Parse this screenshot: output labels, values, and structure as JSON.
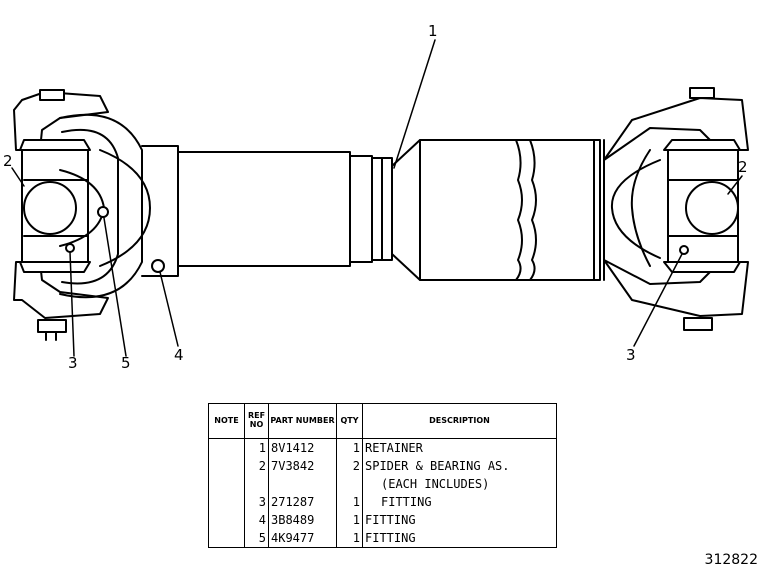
{
  "callouts": {
    "c1": "1",
    "c2_left": "2",
    "c2_right": "2",
    "c3_left": "3",
    "c3_right": "3",
    "c4": "4",
    "c5": "5"
  },
  "table": {
    "headers": {
      "note": "NOTE",
      "ref_no": "REF NO",
      "part_number": "PART NUMBER",
      "qty": "QTY",
      "description": "DESCRIPTION"
    },
    "rows": [
      {
        "ref": "1",
        "part": "8V1412",
        "qty": "1",
        "desc": "RETAINER"
      },
      {
        "ref": "2",
        "part": "7V3842",
        "qty": "2",
        "desc": "SPIDER & BEARING AS."
      },
      {
        "ref": "",
        "part": "",
        "qty": "",
        "desc": "(EACH INCLUDES)"
      },
      {
        "ref": "3",
        "part": "271287",
        "qty": "1",
        "desc": "FITTING"
      },
      {
        "ref": "4",
        "part": "3B8489",
        "qty": "1",
        "desc": "FITTING"
      },
      {
        "ref": "5",
        "part": "4K9477",
        "qty": "1",
        "desc": "FITTING"
      }
    ]
  },
  "figure_number": "312822"
}
